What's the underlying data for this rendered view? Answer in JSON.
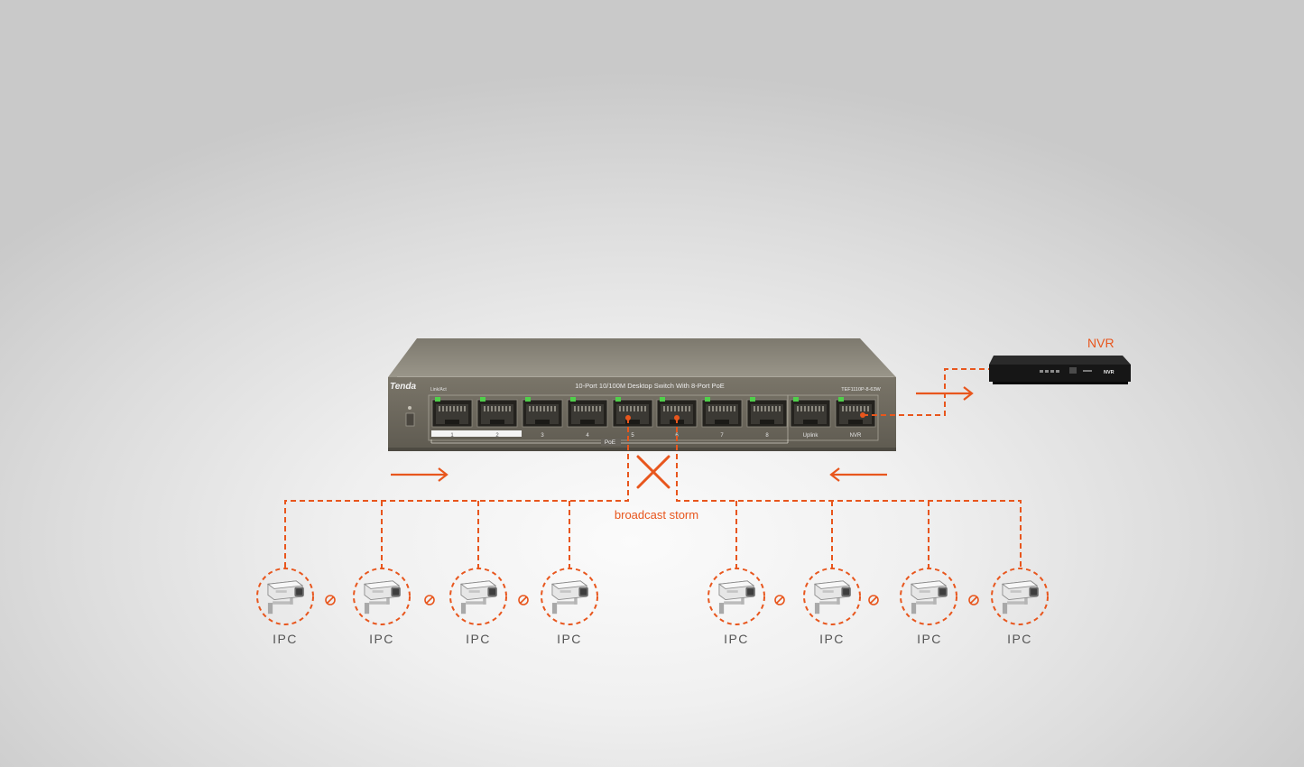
{
  "switch": {
    "brand": "Tenda",
    "title": "10-Port 10/100M Desktop Switch With 8-Port PoE",
    "model": "TEF1110P-8-63W",
    "link_act": "Link/Act",
    "poe_label": "PoE",
    "ports": [
      "1",
      "2",
      "3",
      "4",
      "5",
      "6",
      "7",
      "8",
      "Uplink",
      "NVR"
    ]
  },
  "nvr": {
    "label": "NVR",
    "front_text": "NVR"
  },
  "broadcast": {
    "label": "broadcast storm"
  },
  "cameras": {
    "left": [
      "IPC",
      "IPC",
      "IPC",
      "IPC"
    ],
    "right": [
      "IPC",
      "IPC",
      "IPC",
      "IPC"
    ]
  },
  "colors": {
    "accent": "#e8561d",
    "switch_body": "#6e6a5f",
    "port_led": "#4fcf4a"
  },
  "icons": {
    "blocked": "no-entry-icon",
    "camera": "camera-icon",
    "cross": "cross-icon",
    "arrow": "arrow-icon"
  }
}
